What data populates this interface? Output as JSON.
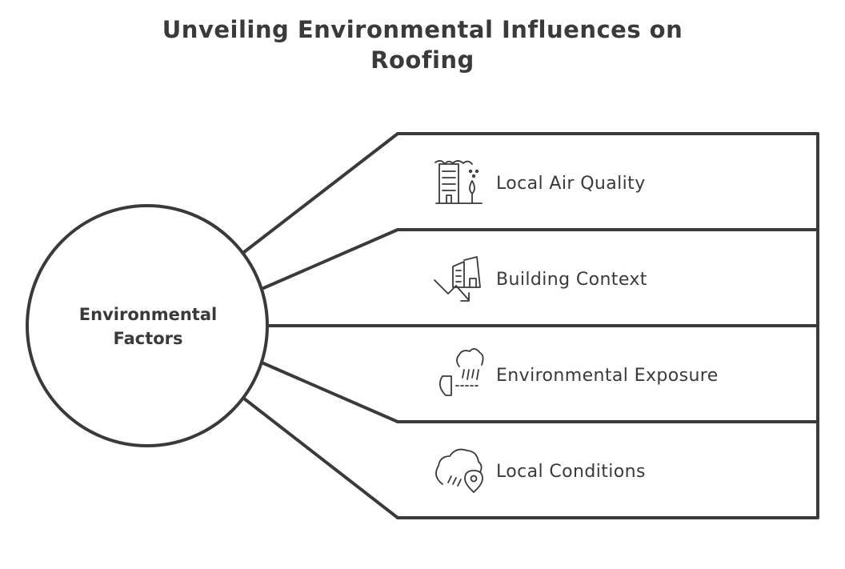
{
  "title": {
    "line1": "Unveiling Environmental Influences on",
    "line2": "Roofing"
  },
  "center": {
    "line1": "Environmental",
    "line2": "Factors"
  },
  "factors": [
    {
      "label": "Local Air Quality",
      "icon": "air-quality-icon"
    },
    {
      "label": "Building Context",
      "icon": "building-context-icon"
    },
    {
      "label": "Environmental Exposure",
      "icon": "environmental-exposure-icon"
    },
    {
      "label": "Local Conditions",
      "icon": "local-conditions-icon"
    }
  ],
  "colors": {
    "stroke": "#3a3a3a",
    "background": "#ffffff"
  }
}
